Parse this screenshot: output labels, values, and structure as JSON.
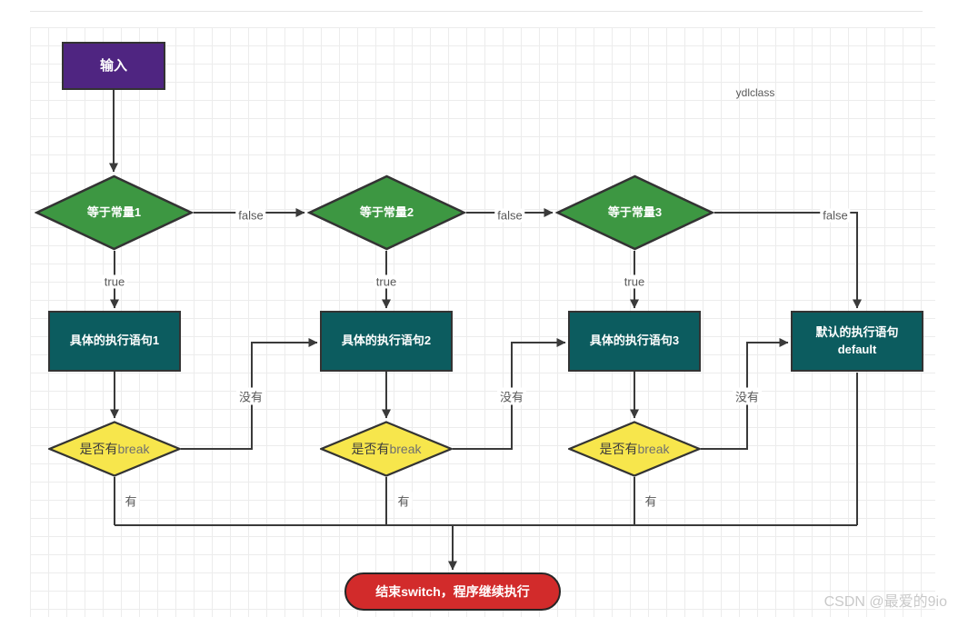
{
  "canvas": {
    "annotation": "ydlclass",
    "watermark": "CSDN @最爱的9io"
  },
  "nodes": {
    "input": {
      "label": "输入"
    },
    "cond1": {
      "label": "等于常量1"
    },
    "cond2": {
      "label": "等于常量2"
    },
    "cond3": {
      "label": "等于常量3"
    },
    "stmt1": {
      "label": "具体的执行语句1"
    },
    "stmt2": {
      "label": "具体的执行语句2"
    },
    "stmt3": {
      "label": "具体的执行语句3"
    },
    "default_stmt": {
      "line1": "默认的执行语句",
      "line2": "default"
    },
    "break1": {
      "prefix": "是否有",
      "suffix": "break"
    },
    "break2": {
      "prefix": "是否有",
      "suffix": "break"
    },
    "break3": {
      "prefix": "是否有",
      "suffix": "break"
    },
    "end": {
      "label": "结束switch，程序继续执行"
    }
  },
  "edge_labels": {
    "false1": "false",
    "false2": "false",
    "false3": "false",
    "true1": "true",
    "true2": "true",
    "true3": "true",
    "no1": "没有",
    "no2": "没有",
    "no3": "没有",
    "yes1": "有",
    "yes2": "有",
    "yes3": "有"
  },
  "colors": {
    "input_fill": "#4F2581",
    "condition_fill": "#3D9742",
    "statement_fill": "#0C5C5F",
    "break_fill": "#F7E64C",
    "end_fill": "#D22B2B",
    "connector": "#3A3A3A",
    "edge_label_text": "#595959",
    "grid_line": "#ECECEC",
    "watermark_text": "#C9C9C9"
  }
}
